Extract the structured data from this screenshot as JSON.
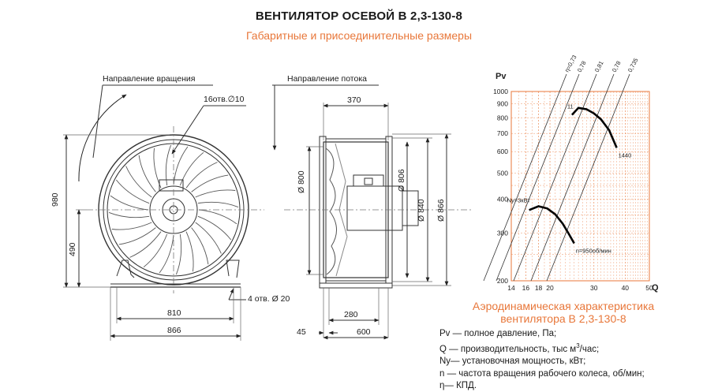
{
  "header": {
    "title": "ВЕНТИЛЯТОР ОСЕВОЙ В 2,3-130-8",
    "subtitle": "Габаритные и присоединительные размеры"
  },
  "front_view": {
    "rotation_label": "Направление вращения",
    "holes_label": "16отв.∅10",
    "dim_980": "980",
    "dim_490": "490",
    "foot_holes_label": "4 отв.  Ø 20",
    "dim_810": "810",
    "dim_866": "866"
  },
  "side_view": {
    "flow_label": "Направление потока",
    "dim_370": "370",
    "dim_d800": "Ø 800",
    "dim_d806": "Ø 806",
    "dim_d840": "Ø 840",
    "dim_d866": "Ø 866",
    "dim_280": "280",
    "dim_45": "45",
    "dim_600": "600"
  },
  "chart_caption": {
    "line1": "Аэродинамическая характеристика",
    "line2": "вентилятора  В 2,3-130-8"
  },
  "legend": {
    "pv": "Pv — полное давление, Па;",
    "q_prefix": "Q  — производительность, тыс м",
    "q_sup": "3",
    "q_suffix": "/час;",
    "ny": "Ny— установочная мощность, кВт;",
    "n": "n — частота вращения рабочего колеса,  об/мин;",
    "eta": "η— КПД."
  },
  "chart_data": {
    "type": "line",
    "x_scale": "log",
    "y_scale": "log",
    "xlabel": "Q",
    "ylabel": "Pv",
    "xlim": [
      14,
      50
    ],
    "ylim": [
      200,
      1000
    ],
    "x_ticks": [
      "14",
      "16",
      "18",
      "20",
      "30",
      "40",
      "50"
    ],
    "y_ticks": [
      "200",
      "300",
      "400",
      "500",
      "600",
      "700",
      "800",
      "900",
      "1000"
    ],
    "efficiency_lines": [
      "η=0,73",
      "0,78",
      "0,81",
      "0,78",
      "0,735"
    ],
    "series": [
      {
        "name": "n=1440",
        "label_start": "11",
        "label_end": "1440",
        "x": [
          24.5,
          26.0,
          28.0,
          30.0,
          32.0,
          34.5,
          37.0
        ],
        "y": [
          820,
          870,
          860,
          830,
          790,
          720,
          620
        ]
      },
      {
        "name": "n=950об/мин",
        "label_start": "Ny=3кВт",
        "label_end": "n=950об/мин",
        "x": [
          16.5,
          18.0,
          19.5,
          21.0,
          22.5,
          23.8,
          25.0
        ],
        "y": [
          365,
          377,
          370,
          352,
          325,
          298,
          275
        ]
      }
    ]
  }
}
